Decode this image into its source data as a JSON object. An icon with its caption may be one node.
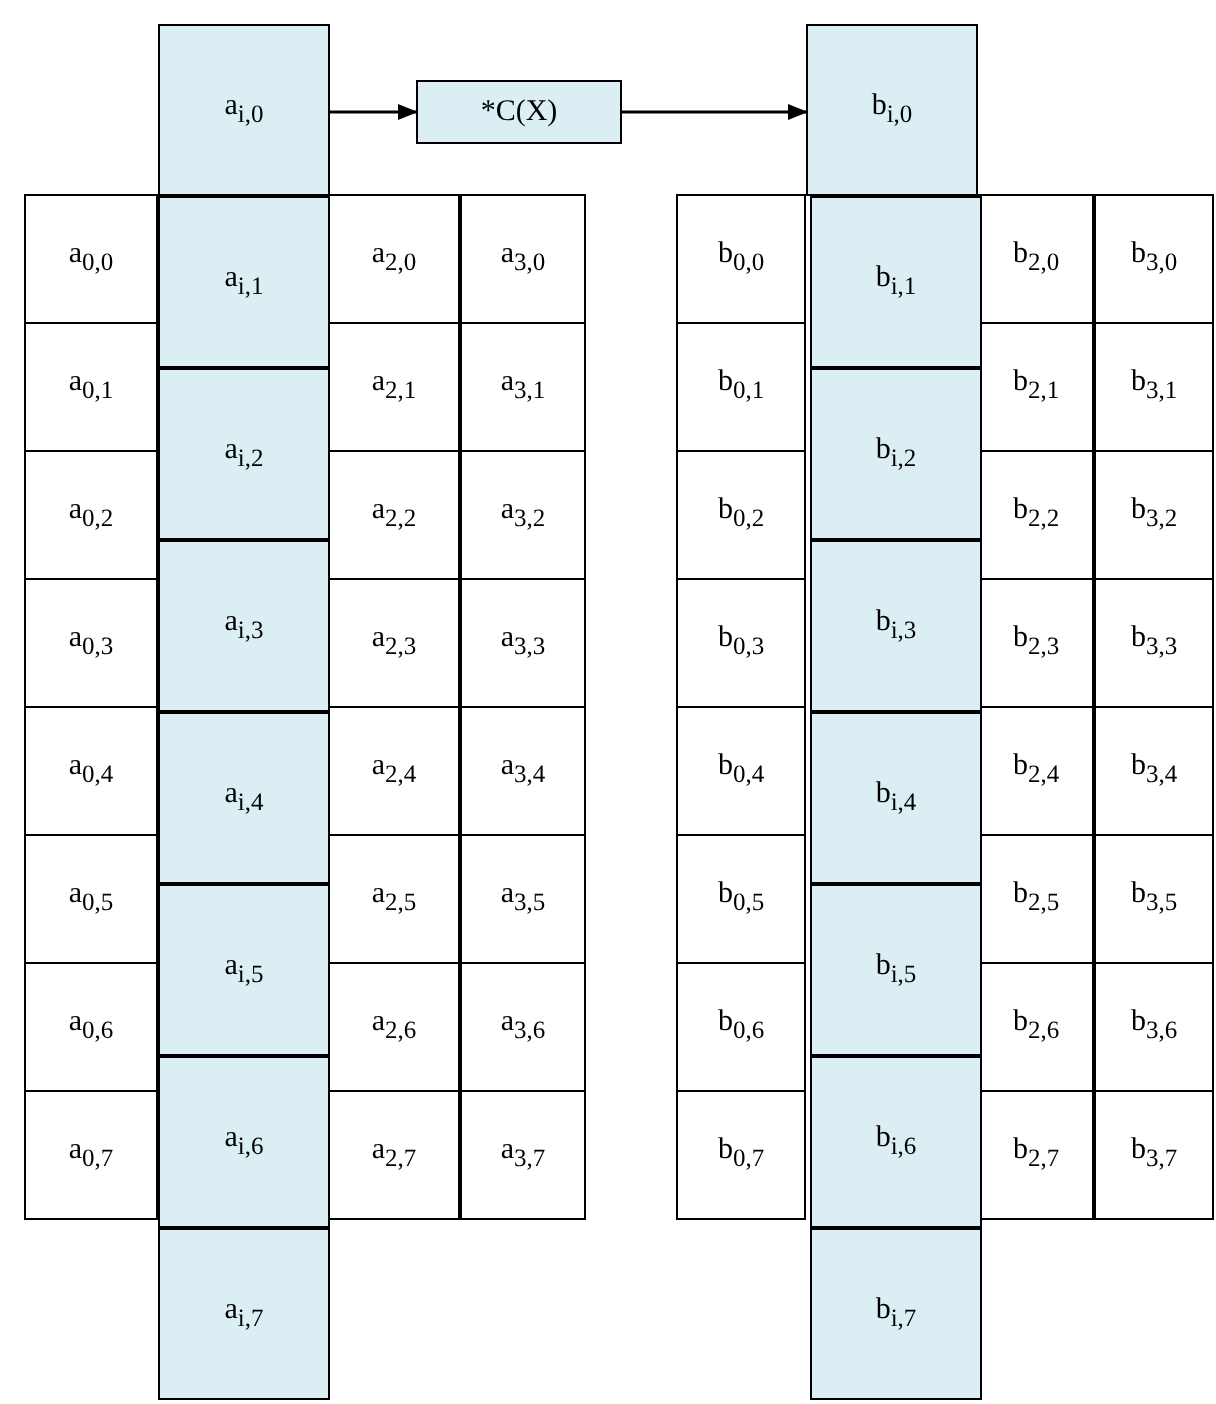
{
  "diagram": {
    "nodes": [
      {
        "text": [
          "a$_{i,0}$"
        ]
      },
      {
        "text": [
          "*C(X)"
        ]
      },
      {
        "text": [
          "b$_{i,0}$"
        ]
      },
      {
        "text": [
          "a$_{0,0}$"
        ]
      },
      {
        "text": [
          "a$_{0,1}$"
        ]
      },
      {
        "text": [
          "a$_{0,2}$"
        ]
      },
      {
        "text": [
          "a$_{0,3}$"
        ]
      },
      {
        "text": [
          "a$_{0,4}$"
        ]
      },
      {
        "text": [
          "a$_{0,5}$"
        ]
      },
      {
        "text": [
          "a$_{0,6}$"
        ]
      },
      {
        "text": [
          "a$_{0,7}$"
        ]
      },
      {
        "text": [
          "a$_{i,1}$"
        ]
      },
      {
        "text": [
          "a$_{i,2}$"
        ]
      },
      {
        "text": [
          "a$_{i,3}$"
        ]
      },
      {
        "text": [
          "a$_{i,4}$"
        ]
      },
      {
        "text": [
          "a$_{i,5}$"
        ]
      },
      {
        "text": [
          "a$_{i,6}$"
        ]
      },
      {
        "text": [
          "a$_{i,7}$"
        ]
      },
      {
        "text": [
          "a$_{2,0}$"
        ]
      },
      {
        "text": [
          "a$_{2,1}$"
        ]
      },
      {
        "text": [
          "a$_{2,2}$"
        ]
      },
      {
        "text": [
          "a$_{2,3}$"
        ]
      },
      {
        "text": [
          "a$_{2,4}$"
        ]
      },
      {
        "text": [
          "a$_{2,5}$"
        ]
      },
      {
        "text": [
          "a$_{2,6}$"
        ]
      },
      {
        "text": [
          "a$_{2,7}$"
        ]
      },
      {
        "text": [
          "a$_{3,0}$"
        ]
      },
      {
        "text": [
          "a$_{3,1}$"
        ]
      },
      {
        "text": [
          "a$_{3,2}$"
        ]
      },
      {
        "text": [
          "a$_{3,3}$"
        ]
      },
      {
        "text": [
          "a$_{3,4}$"
        ]
      },
      {
        "text": [
          "a$_{3,5}$"
        ]
      },
      {
        "text": [
          "a$_{3,6}$"
        ]
      },
      {
        "text": [
          "a$_{3,7}$"
        ]
      },
      {
        "text": [
          "b$_{0,0}$"
        ]
      },
      {
        "text": [
          "b$_{0,1}$"
        ]
      },
      {
        "text": [
          "b$_{0,2}$"
        ]
      },
      {
        "text": [
          "b$_{0,3}$"
        ]
      },
      {
        "text": [
          "b$_{0,4}$"
        ]
      },
      {
        "text": [
          "b$_{0,5}$"
        ]
      },
      {
        "text": [
          "b$_{0,6}$"
        ]
      },
      {
        "text": [
          "b$_{0,7}$"
        ]
      },
      {
        "text": [
          "b$_{i,1}$"
        ]
      },
      {
        "text": [
          "b$_{i,2}$"
        ]
      },
      {
        "text": [
          "b$_{i,3}$"
        ]
      },
      {
        "text": [
          "b$_{i,4}$"
        ]
      },
      {
        "text": [
          "b$_{i,5}$"
        ]
      },
      {
        "text": [
          "b$_{i,6}$"
        ]
      },
      {
        "text": [
          "b$_{i,7}$"
        ]
      },
      {
        "text": [
          "b$_{2,0}$"
        ]
      },
      {
        "text": [
          "b$_{2,1}$"
        ]
      },
      {
        "text": [
          "b$_{2,2}$"
        ]
      },
      {
        "text": [
          "b$_{2,3}$"
        ]
      },
      {
        "text": [
          "b$_{2,4}$"
        ]
      },
      {
        "text": [
          "b$_{2,5}$"
        ]
      },
      {
        "text": [
          "b$_{2,6}$"
        ]
      },
      {
        "text": [
          "b$_{2,7}$"
        ]
      },
      {
        "text": [
          "b$_{3,0}$"
        ]
      },
      {
        "text": [
          "b$_{3,1}$"
        ]
      },
      {
        "text": [
          "b$_{3,2}$"
        ]
      },
      {
        "text": [
          "b$_{3,3}$"
        ]
      },
      {
        "text": [
          "b$_{3,4}$"
        ]
      },
      {
        "text": [
          "b$_{3,5}$"
        ]
      },
      {
        "text": [
          "b$_{3,6}$"
        ]
      },
      {
        "text": [
          "b$_{3,7}$"
        ]
      }
    ],
    "edges": [
      {
        "from": 0,
        "to": 1,
        "arrow": "to"
      },
      {
        "from": 1,
        "to": 2,
        "arrow": "to"
      }
    ]
  }
}
